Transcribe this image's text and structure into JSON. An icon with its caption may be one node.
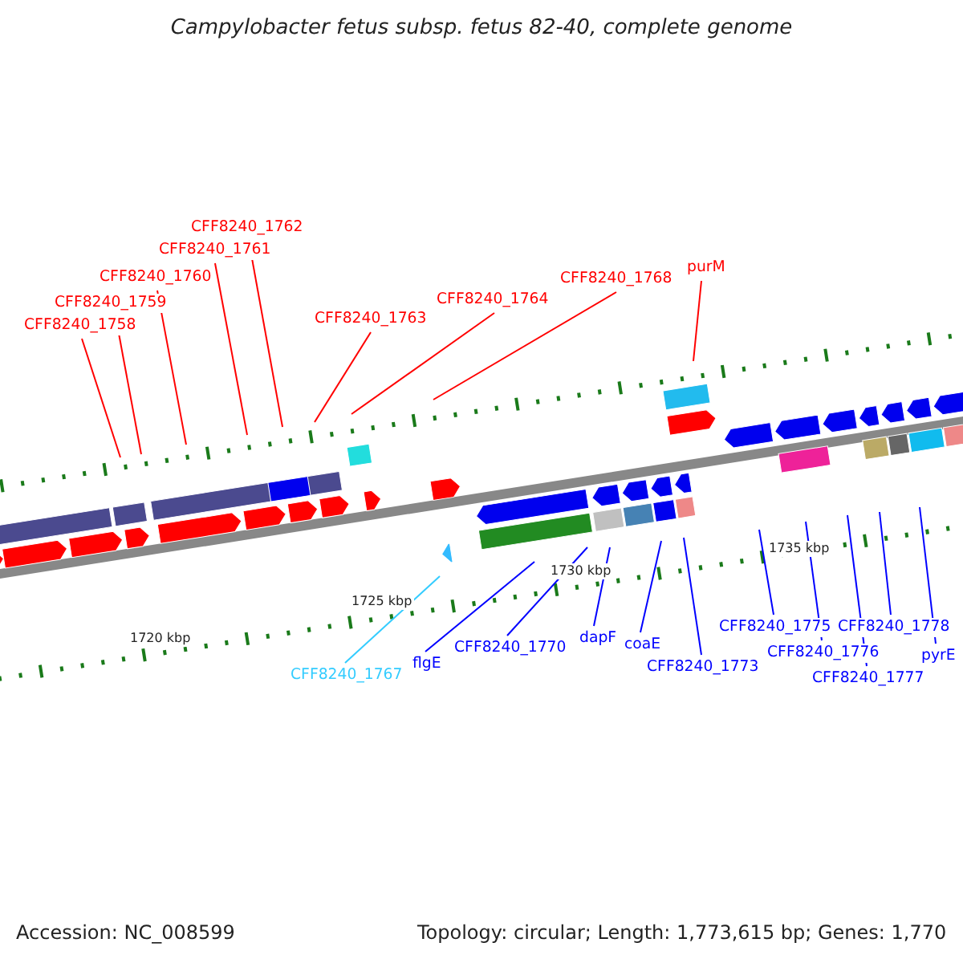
{
  "diagram": {
    "title": "Campylobacter fetus subsp. fetus 82-40, complete genome",
    "nodes": [
      {
        "text": [
          "CFF8240_1758"
        ]
      },
      {
        "text": [
          "CFF8240_1759"
        ]
      },
      {
        "text": [
          "CFF8240_1760"
        ]
      },
      {
        "text": [
          "CFF8240_1761"
        ]
      },
      {
        "text": [
          "CFF8240_1762"
        ]
      },
      {
        "text": [
          "CFF8240_1763"
        ]
      },
      {
        "text": [
          "CFF8240_1764"
        ]
      },
      {
        "text": [
          "CFF8240_1768"
        ]
      },
      {
        "text": [
          "purM"
        ]
      },
      {
        "text": [
          "CFF8240_1767"
        ]
      },
      {
        "text": [
          "flgE"
        ]
      },
      {
        "text": [
          "CFF8240_1770"
        ]
      },
      {
        "text": [
          "dapF"
        ]
      },
      {
        "text": [
          "coaE"
        ]
      },
      {
        "text": [
          "CFF8240_1773"
        ]
      },
      {
        "text": [
          "CFF8240_1775"
        ]
      },
      {
        "text": [
          "CFF8240_1776"
        ]
      },
      {
        "text": [
          "CFF8240_1777"
        ]
      },
      {
        "text": [
          "CFF8240_1778"
        ]
      },
      {
        "text": [
          "pyrE"
        ]
      }
    ],
    "edges": [
      {
        "from": 0,
        "to": null,
        "arrow": "none",
        "color": "#ff0000"
      },
      {
        "from": 1,
        "to": null,
        "arrow": "none",
        "color": "#ff0000"
      },
      {
        "from": 2,
        "to": null,
        "arrow": "none",
        "color": "#ff0000"
      },
      {
        "from": 3,
        "to": null,
        "arrow": "none",
        "color": "#ff0000"
      },
      {
        "from": 4,
        "to": null,
        "arrow": "none",
        "color": "#ff0000"
      },
      {
        "from": 5,
        "to": null,
        "arrow": "none",
        "color": "#ff0000"
      },
      {
        "from": 6,
        "to": null,
        "arrow": "none",
        "color": "#ff0000"
      },
      {
        "from": 7,
        "to": null,
        "arrow": "none",
        "color": "#ff0000"
      },
      {
        "from": 8,
        "to": null,
        "arrow": "none",
        "color": "#ff0000"
      },
      {
        "from": 9,
        "to": null,
        "arrow": "none",
        "color": "#33ccff"
      },
      {
        "from": 10,
        "to": null,
        "arrow": "none",
        "color": "#0000ff"
      },
      {
        "from": 11,
        "to": null,
        "arrow": "none",
        "color": "#0000ff"
      },
      {
        "from": 12,
        "to": null,
        "arrow": "none",
        "color": "#0000ff"
      },
      {
        "from": 13,
        "to": null,
        "arrow": "none",
        "color": "#0000ff"
      },
      {
        "from": 14,
        "to": null,
        "arrow": "none",
        "color": "#0000ff"
      },
      {
        "from": 15,
        "to": null,
        "arrow": "none",
        "color": "#0000ff"
      },
      {
        "from": 16,
        "to": null,
        "arrow": "none",
        "color": "#0000ff"
      },
      {
        "from": 17,
        "to": null,
        "arrow": "none",
        "color": "#0000ff"
      },
      {
        "from": 18,
        "to": null,
        "arrow": "none",
        "color": "#0000ff"
      },
      {
        "from": 19,
        "to": null,
        "arrow": "none",
        "color": "#0000ff"
      }
    ],
    "labels": [
      "1720 kbp",
      "1725 kbp",
      "1730 kbp",
      "1735 kbp",
      "Accession: NC_008599",
      "Topology: circular; Length: 1,773,615 bp; Genes: 1,770"
    ]
  }
}
